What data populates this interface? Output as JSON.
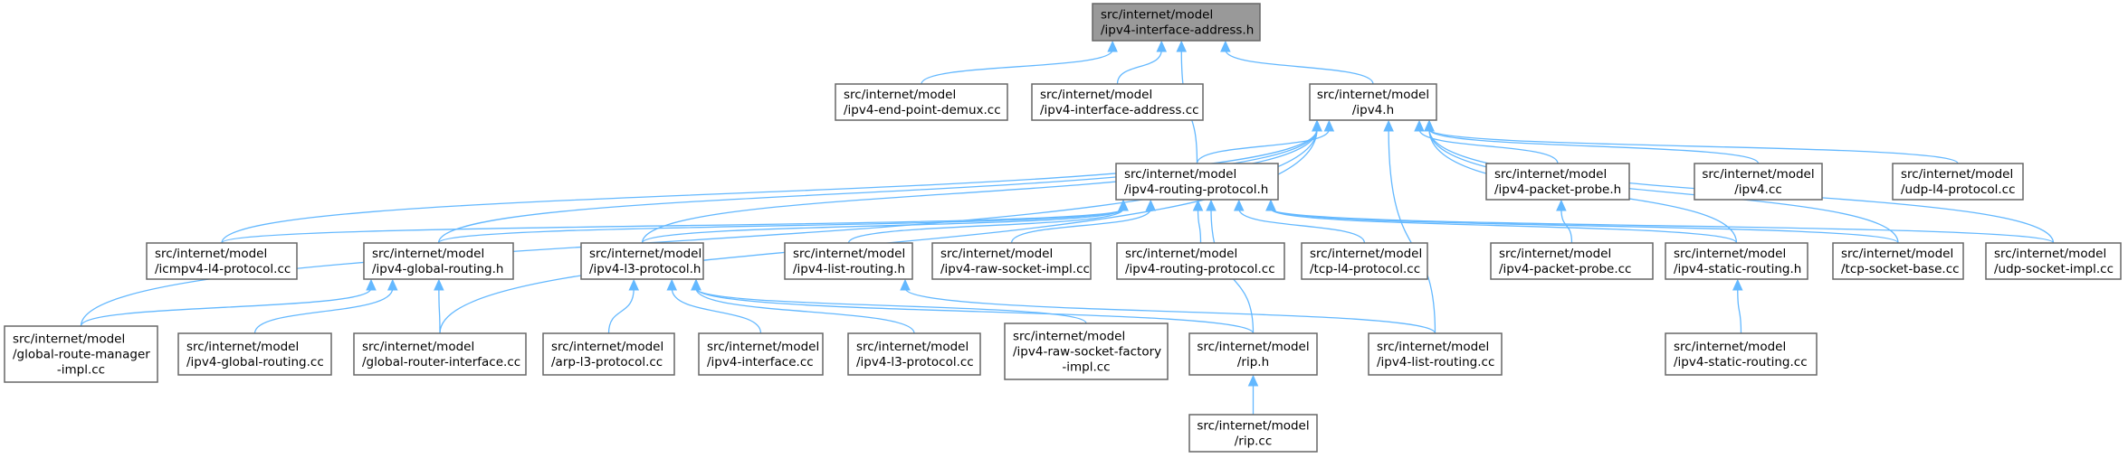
{
  "title": "src/internet/model/ipv4-interface-address.h",
  "colors": {
    "edge": "#63b8ff",
    "root_fill": "#999999",
    "node_fill": "#ffffff",
    "node_border": "#666666"
  },
  "nodes": [
    {
      "id": "root",
      "lines": [
        "src/internet/model",
        "/ipv4-interface-address.h"
      ],
      "root": true
    },
    {
      "id": "demux",
      "lines": [
        "src/internet/model",
        "/ipv4-end-point-demux.cc"
      ]
    },
    {
      "id": "ifaddr_cc",
      "lines": [
        "src/internet/model",
        "/ipv4-interface-address.cc"
      ]
    },
    {
      "id": "ipv4_h",
      "lines": [
        "src/internet/model",
        "/ipv4.h"
      ],
      "center": true
    },
    {
      "id": "rp_h",
      "lines": [
        "src/internet/model",
        "/ipv4-routing-protocol.h"
      ]
    },
    {
      "id": "pp_h",
      "lines": [
        "src/internet/model",
        "/ipv4-packet-probe.h"
      ]
    },
    {
      "id": "ipv4_cc",
      "lines": [
        "src/internet/model",
        "/ipv4.cc"
      ],
      "center": true
    },
    {
      "id": "udpl4",
      "lines": [
        "src/internet/model",
        "/udp-l4-protocol.cc"
      ]
    },
    {
      "id": "icmp",
      "lines": [
        "src/internet/model",
        "/icmpv4-l4-protocol.cc"
      ]
    },
    {
      "id": "gr_h",
      "lines": [
        "src/internet/model",
        "/ipv4-global-routing.h"
      ]
    },
    {
      "id": "l3_h",
      "lines": [
        "src/internet/model",
        "/ipv4-l3-protocol.h"
      ]
    },
    {
      "id": "lr_h",
      "lines": [
        "src/internet/model",
        "/ipv4-list-routing.h"
      ]
    },
    {
      "id": "raw_impl",
      "lines": [
        "src/internet/model",
        "/ipv4-raw-socket-impl.cc"
      ]
    },
    {
      "id": "rp_cc",
      "lines": [
        "src/internet/model",
        "/ipv4-routing-protocol.cc"
      ]
    },
    {
      "id": "tcpl4",
      "lines": [
        "src/internet/model",
        "/tcp-l4-protocol.cc"
      ]
    },
    {
      "id": "pp_cc",
      "lines": [
        "src/internet/model",
        "/ipv4-packet-probe.cc"
      ]
    },
    {
      "id": "sr_h",
      "lines": [
        "src/internet/model",
        "/ipv4-static-routing.h"
      ]
    },
    {
      "id": "tcpsb",
      "lines": [
        "src/internet/model",
        "/tcp-socket-base.cc"
      ]
    },
    {
      "id": "udpsi",
      "lines": [
        "src/internet/model",
        "/udp-socket-impl.cc"
      ]
    },
    {
      "id": "grm",
      "lines": [
        "src/internet/model",
        "/global-route-manager",
        "-impl.cc"
      ]
    },
    {
      "id": "gr_cc",
      "lines": [
        "src/internet/model",
        "/ipv4-global-routing.cc"
      ]
    },
    {
      "id": "gri",
      "lines": [
        "src/internet/model",
        "/global-router-interface.cc"
      ]
    },
    {
      "id": "arp",
      "lines": [
        "src/internet/model",
        "/arp-l3-protocol.cc"
      ]
    },
    {
      "id": "iface_cc",
      "lines": [
        "src/internet/model",
        "/ipv4-interface.cc"
      ]
    },
    {
      "id": "l3_cc",
      "lines": [
        "src/internet/model",
        "/ipv4-l3-protocol.cc"
      ]
    },
    {
      "id": "rawf",
      "lines": [
        "src/internet/model",
        "/ipv4-raw-socket-factory",
        "-impl.cc"
      ]
    },
    {
      "id": "rip_h",
      "lines": [
        "src/internet/model",
        "/rip.h"
      ],
      "center": true
    },
    {
      "id": "lr_cc",
      "lines": [
        "src/internet/model",
        "/ipv4-list-routing.cc"
      ]
    },
    {
      "id": "sr_cc",
      "lines": [
        "src/internet/model",
        "/ipv4-static-routing.cc"
      ]
    },
    {
      "id": "rip_cc",
      "lines": [
        "src/internet/model",
        "/rip.cc"
      ],
      "center": true
    }
  ],
  "edges": [
    [
      "demux",
      "root"
    ],
    [
      "ifaddr_cc",
      "root"
    ],
    [
      "rp_h",
      "root"
    ],
    [
      "ipv4_h",
      "root"
    ],
    [
      "icmp",
      "ipv4_h"
    ],
    [
      "gr_h",
      "ipv4_h"
    ],
    [
      "grm",
      "ipv4_h"
    ],
    [
      "gri",
      "ipv4_h"
    ],
    [
      "l3_h",
      "ipv4_h"
    ],
    [
      "rp_h",
      "ipv4_h"
    ],
    [
      "lr_cc",
      "ipv4_h"
    ],
    [
      "pp_h",
      "ipv4_h"
    ],
    [
      "ipv4_cc",
      "ipv4_h"
    ],
    [
      "udpl4",
      "ipv4_h"
    ],
    [
      "sr_h",
      "ipv4_h"
    ],
    [
      "tcpsb",
      "ipv4_h"
    ],
    [
      "udpsi",
      "ipv4_h"
    ],
    [
      "icmp",
      "rp_h"
    ],
    [
      "gr_h",
      "rp_h"
    ],
    [
      "l3_h",
      "rp_h"
    ],
    [
      "lr_h",
      "rp_h"
    ],
    [
      "raw_impl",
      "rp_h"
    ],
    [
      "rp_cc",
      "rp_h"
    ],
    [
      "tcpl4",
      "rp_h"
    ],
    [
      "sr_h",
      "rp_h"
    ],
    [
      "tcpsb",
      "rp_h"
    ],
    [
      "udpsi",
      "rp_h"
    ],
    [
      "rip_h",
      "rp_h"
    ],
    [
      "pp_cc",
      "pp_h"
    ],
    [
      "grm",
      "gr_h"
    ],
    [
      "gr_cc",
      "gr_h"
    ],
    [
      "gri",
      "gr_h"
    ],
    [
      "arp",
      "l3_h"
    ],
    [
      "iface_cc",
      "l3_h"
    ],
    [
      "l3_cc",
      "l3_h"
    ],
    [
      "rawf",
      "l3_h"
    ],
    [
      "rip_h",
      "l3_h"
    ],
    [
      "lr_cc",
      "lr_h"
    ],
    [
      "sr_cc",
      "sr_h"
    ],
    [
      "rip_cc",
      "rip_h"
    ]
  ]
}
